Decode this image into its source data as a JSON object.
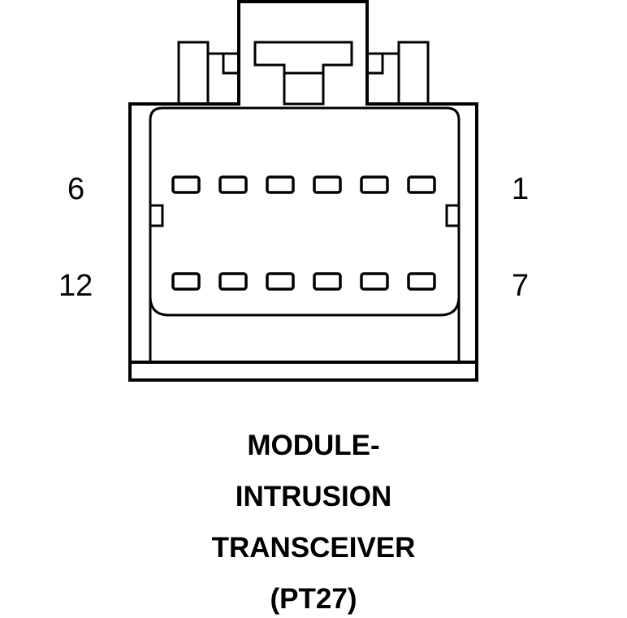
{
  "pin_labels": {
    "top_left": "6",
    "top_right": "1",
    "bottom_left": "12",
    "bottom_right": "7"
  },
  "caption": {
    "line1": "MODULE-",
    "line2": "INTRUSION",
    "line3": "TRANSCEIVER",
    "line4": "(PT27)"
  },
  "colors": {
    "stroke": "#000000",
    "background": "#ffffff"
  }
}
